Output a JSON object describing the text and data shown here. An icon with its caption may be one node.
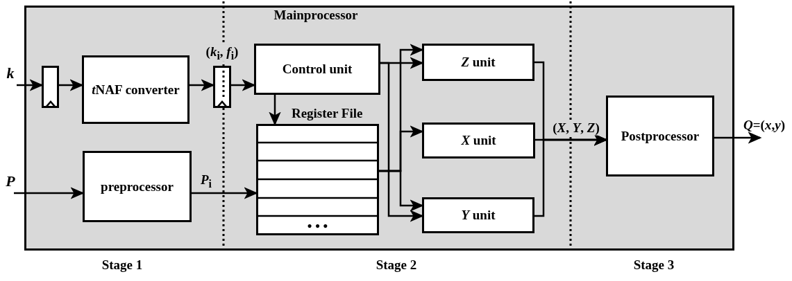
{
  "diagram": {
    "nodes": [
      {
        "text": [],
        "shape": "box"
      },
      {
        "text": [
          "tNAF converter"
        ]
      },
      {
        "text": [],
        "shape": "box",
        "beside": [
          "(*k*$_{i}$, *f*$_{i}$)"
        ]
      },
      {
        "text": [
          "Control unit"
        ]
      },
      {
        "text": [
          "Register File",
          "• • •"
        ]
      },
      {
        "text": [
          "preprocessor"
        ]
      },
      {
        "text": [
          "*Z* unit"
        ]
      },
      {
        "text": [
          "*X* unit"
        ]
      },
      {
        "text": [
          "*Y* unit"
        ]
      },
      {
        "text": [
          "Postprocessor"
        ]
      }
    ],
    "edges": [
      {
        "from": null,
        "to": 0,
        "arrow": "to",
        "label": "k"
      },
      {
        "from": 0,
        "to": 1,
        "arrow": "to"
      },
      {
        "from": 1,
        "to": 2,
        "arrow": "to"
      },
      {
        "from": 2,
        "to": 3,
        "arrow": "to"
      },
      {
        "from": 3,
        "to": 4,
        "arrow": "to"
      },
      {
        "from": null,
        "to": 5,
        "arrow": "to",
        "label": "P"
      },
      {
        "from": 5,
        "to": 4,
        "arrow": "to",
        "label": "*P*$_{i}$"
      },
      {
        "from": 3,
        "to": 6,
        "arrow": "to"
      },
      {
        "from": 3,
        "to": 8,
        "arrow": "to"
      },
      {
        "from": 4,
        "to": 6,
        "arrow": "to"
      },
      {
        "from": 4,
        "to": 7,
        "arrow": "to"
      },
      {
        "from": 4,
        "to": 8,
        "arrow": "to"
      },
      {
        "from": 6,
        "to": 9,
        "arrow": "to"
      },
      {
        "from": 7,
        "to": 9,
        "arrow": "to"
      },
      {
        "from": 8,
        "to": 9,
        "arrow": "to"
      },
      {
        "from": 9,
        "to": null,
        "arrow": "to",
        "label": "*Q*=(*x*,*y*)"
      }
    ],
    "labels": [
      "Mainprocessor",
      "(*X*, *Y*, *Z*)",
      "Stage 1",
      "Stage 2",
      "Stage 3"
    ]
  }
}
